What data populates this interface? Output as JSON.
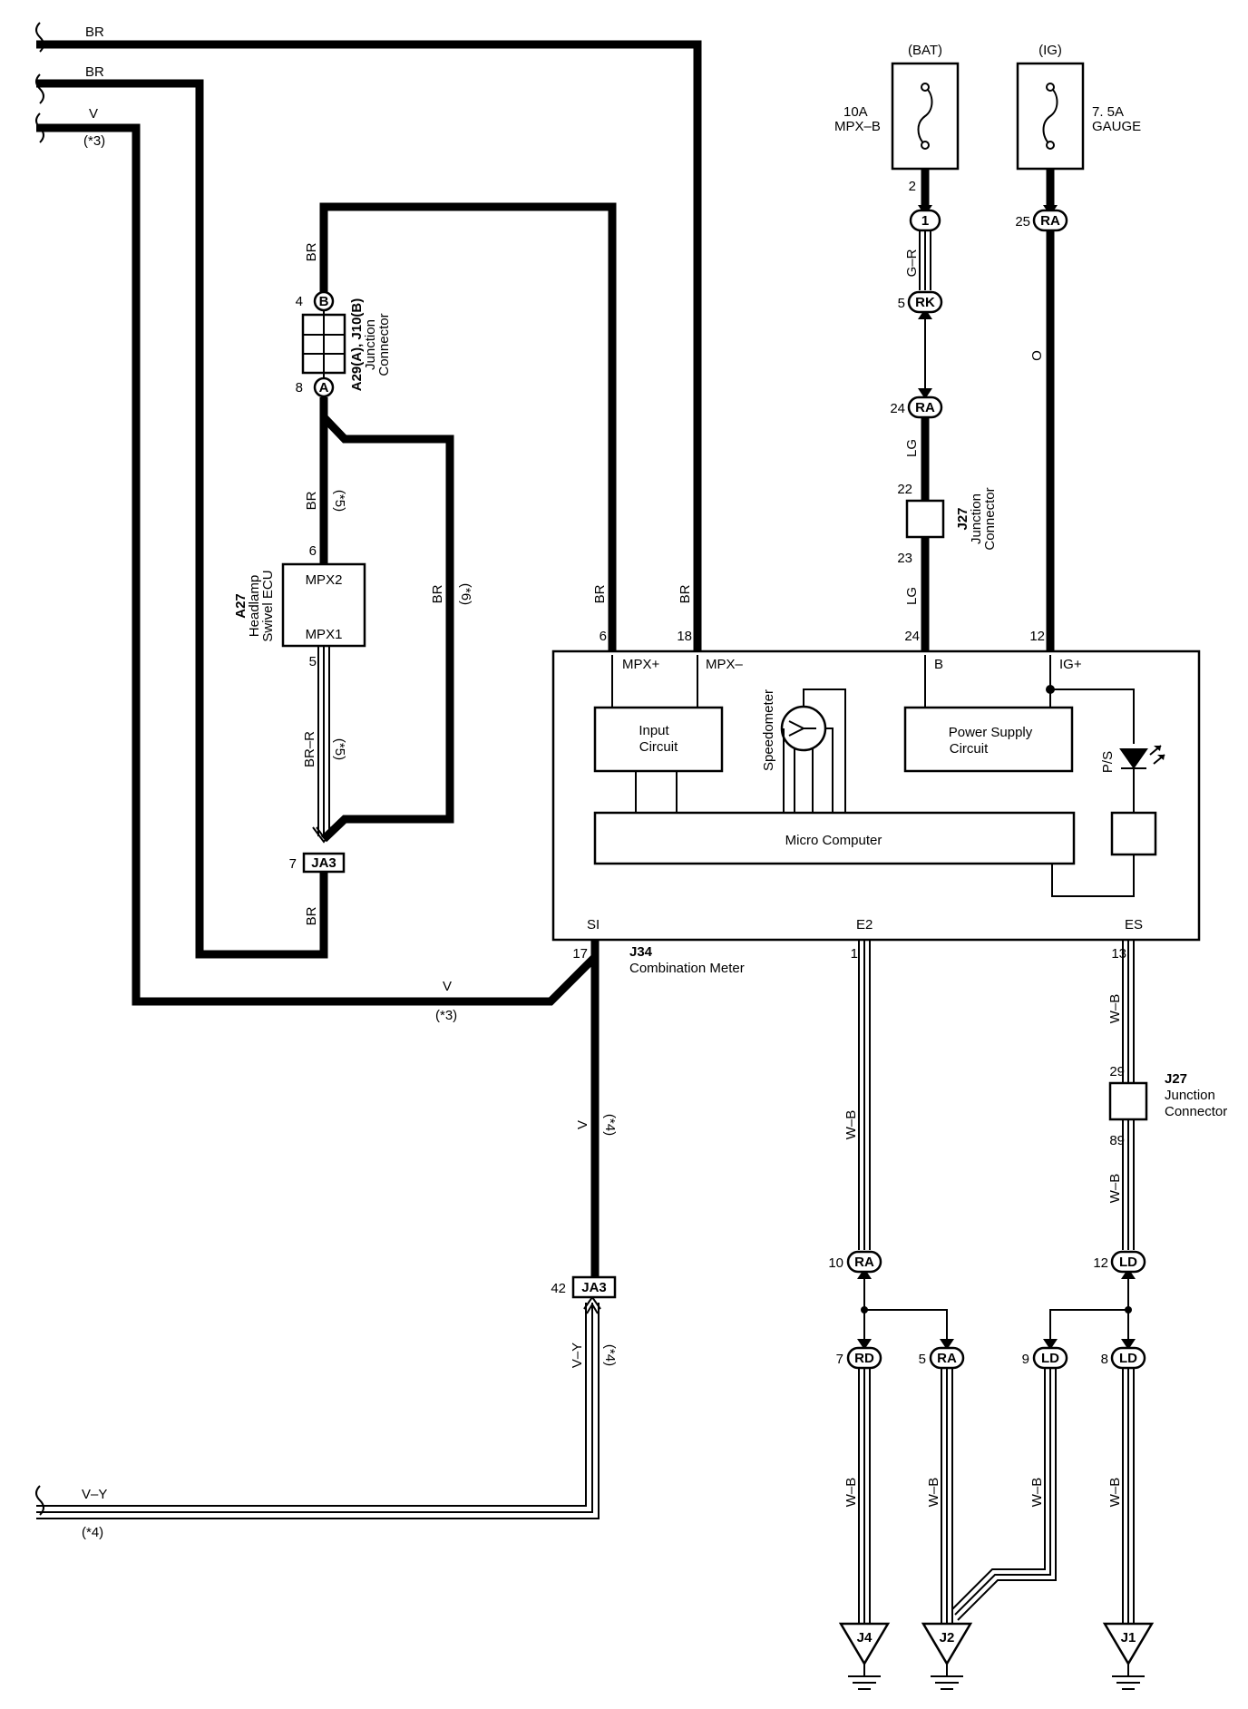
{
  "wires": {
    "br_top": "BR",
    "br_second": "BR",
    "v_top": "V",
    "v_top_note": "(*3)",
    "br_a29_top": "BR",
    "br_a29_bottom": "BR",
    "br_a29_bottom_note": "(*5)",
    "br_r": "BR–R",
    "br_r_note": "(*5)",
    "br_loop": "BR",
    "br_loop_note": "(*6)",
    "br_ja3": "BR",
    "br_mpx_plus": "BR",
    "br_mpx_minus": "BR",
    "v_bottom": "V",
    "v_bottom_note": "(*3)",
    "v_si": "V",
    "v_si_note": "(*4)",
    "vy_vertical": "V–Y",
    "vy_vertical_note": "(*4)",
    "vy_left": "V–Y",
    "vy_left_note": "(*4)",
    "g_r": "G–R",
    "lg_top": "LG",
    "lg_bottom": "LG",
    "o": "O",
    "wb_e2": "W–B",
    "wb_es_top": "W–B",
    "wb_es_bottom": "W–B",
    "wb_j4": "W–B",
    "wb_j2": "W–B",
    "wb_ld9": "W–B",
    "wb_j1": "W–B"
  },
  "fuses": {
    "bat_label": "(BAT)",
    "bat_rating": "10A",
    "bat_name": "MPX–B",
    "bat_pin": "2",
    "ig_label": "(IG)",
    "ig_rating": "7. 5A",
    "ig_name": "GAUGE"
  },
  "connectors": {
    "c1": "1",
    "rk": "RK",
    "rk_pin": "5",
    "ra24": "RA",
    "ra24_pin": "24",
    "ra25": "RA",
    "ra25_pin": "25",
    "ra10": "RA",
    "ra10_pin": "10",
    "ld12": "LD",
    "ld12_pin": "12",
    "rd7": "RD",
    "rd7_pin": "7",
    "ra5": "RA",
    "ra5_pin": "5",
    "ld9": "LD",
    "ld9_pin": "9",
    "ld8": "LD",
    "ld8_pin": "8",
    "ja3_top": "JA3",
    "ja3_top_pin": "7",
    "ja3_bottom": "JA3",
    "ja3_bottom_pin": "42",
    "b": "B",
    "b_pin": "4",
    "a": "A",
    "a_pin": "8"
  },
  "components": {
    "a29_code": "A29(A), J10(B)",
    "a29_name_1": "Junction",
    "a29_name_2": "Connector",
    "a27_code": "A27",
    "a27_name_1": "Headlamp",
    "a27_name_2": "Swivel ECU",
    "a27_mpx2": "MPX2",
    "a27_mpx1": "MPX1",
    "a27_pin_top": "6",
    "a27_pin_bottom": "5",
    "j27_top_code": "J27",
    "j27_top_name_1": "Junction",
    "j27_top_name_2": "Connector",
    "j27_top_pin_a": "22",
    "j27_top_pin_b": "23",
    "j27_bottom_code": "J27",
    "j27_bottom_name_1": "Junction",
    "j27_bottom_name_2": "Connector",
    "j27_bottom_pin_a": "29",
    "j27_bottom_pin_b": "89",
    "j34_code": "J34",
    "j34_name": "Combination Meter"
  },
  "meter": {
    "pin_mpx_plus": "6",
    "pin_mpx_minus": "18",
    "pin_b": "24",
    "pin_ig": "12",
    "pin_si": "17",
    "pin_e2": "1",
    "pin_es": "13",
    "term_mpx_plus": "MPX+",
    "term_mpx_minus": "MPX–",
    "term_b": "B",
    "term_ig": "IG+",
    "term_si": "SI",
    "term_e2": "E2",
    "term_es": "ES",
    "input_circuit_1": "Input",
    "input_circuit_2": "Circuit",
    "power_supply_1": "Power Supply",
    "power_supply_2": "Circuit",
    "micro_computer": "Micro Computer",
    "speedometer": "Speedometer",
    "ps": "P/S"
  },
  "grounds": {
    "j4": "J4",
    "j2": "J2",
    "j1": "J1"
  }
}
